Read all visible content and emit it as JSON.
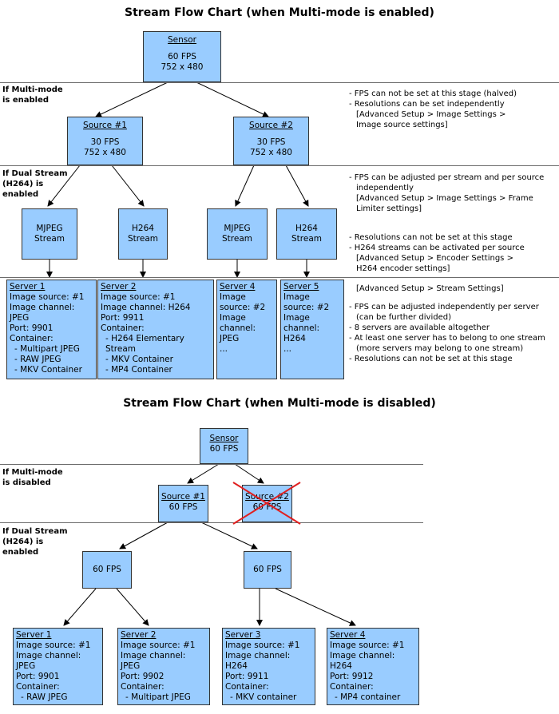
{
  "chart1": {
    "title": "Stream Flow Chart (when Multi-mode is enabled)",
    "section_multimode": [
      "If Multi-mode",
      "is enabled"
    ],
    "section_dualstream": [
      "If Dual Stream",
      "(H264) is",
      "enabled"
    ],
    "sensor": {
      "title": "Sensor",
      "fps": "60 FPS",
      "res": "752 x 480"
    },
    "source1": {
      "title": "Source #1",
      "fps": "30 FPS",
      "res": "752 x 480"
    },
    "source2": {
      "title": "Source #2",
      "fps": "30 FPS",
      "res": "752 x 480"
    },
    "streams": [
      [
        "MJPEG",
        "Stream"
      ],
      [
        "H264",
        "Stream"
      ],
      [
        "MJPEG",
        "Stream"
      ],
      [
        "H264",
        "Stream"
      ]
    ],
    "server1": {
      "title": "Server 1",
      "lines": [
        "Image source: #1",
        "Image channel: JPEG",
        "Port: 9901",
        "Container:"
      ],
      "items": [
        "- Multipart JPEG",
        "- RAW JPEG",
        "- MKV Container"
      ]
    },
    "server2": {
      "title": "Server 2",
      "lines": [
        "Image source: #1",
        "Image channel: H264",
        "Port: 9911",
        "Container:"
      ],
      "items": [
        "- H264 Elementary Stream",
        "- MKV Container",
        "- MP4 Container"
      ]
    },
    "server4": {
      "title": "Server 4",
      "lines": [
        "Image",
        "source: #2",
        "Image",
        "channel: JPEG",
        "..."
      ]
    },
    "server5": {
      "title": "Server 5",
      "lines": [
        "Image",
        "source: #2",
        "Image",
        "channel: H264",
        "..."
      ]
    },
    "notes1": [
      {
        "text": "- FPS can not be set at this stage (halved)"
      },
      {
        "text": "- Resolutions can be set independently",
        "sub": [
          "[Advanced Setup > Image Settings >",
          "Image source settings]"
        ]
      }
    ],
    "notes2": [
      {
        "text": "- FPS can be adjusted per stream and per source independently",
        "sub": [
          "[Advanced Setup > Image Settings > Frame",
          "Limiter settings]"
        ]
      }
    ],
    "notes3": [
      {
        "text": "- Resolutions can not be set at this stage"
      },
      {
        "text": "- H264 streams can be activated per source",
        "sub": [
          "[Advanced Setup > Encoder Settings >",
          "H264 encoder settings]"
        ]
      }
    ],
    "notes4_header": "[Advanced Setup > Stream Settings]",
    "notes4": [
      {
        "text": "- FPS can be adjusted independently per server (can be further divided)"
      },
      {
        "text": "- 8 servers are available altogether"
      },
      {
        "text": "- At least one server has to belong to one stream (more servers may belong to one stream)"
      },
      {
        "text": "- Resolutions can not be set at this stage"
      }
    ]
  },
  "chart2": {
    "title": "Stream Flow Chart (when Multi-mode is disabled)",
    "section_multimode": [
      "If Multi-mode",
      "is disabled"
    ],
    "section_dualstream": [
      "If Dual Stream",
      "(H264) is",
      "enabled"
    ],
    "sensor": {
      "title": "Sensor",
      "fps": "60 FPS"
    },
    "source1": {
      "title": "Source #1",
      "fps": "60 FPS"
    },
    "source2": {
      "title": "Source #2",
      "fps": "60 FPS"
    },
    "fps_nodes": [
      "60 FPS",
      "60 FPS"
    ],
    "servers": [
      {
        "title": "Server 1",
        "lines": [
          "Image source: #1",
          "Image channel: JPEG",
          "Port: 9901",
          "Container:"
        ],
        "items": [
          "- RAW JPEG"
        ]
      },
      {
        "title": "Server 2",
        "lines": [
          "Image source: #1",
          "Image channel: JPEG",
          "Port: 9902",
          "Container:"
        ],
        "items": [
          "- Multipart JPEG"
        ]
      },
      {
        "title": "Server 3",
        "lines": [
          "Image source: #1",
          "Image channel: H264",
          "Port: 9911",
          "Container:"
        ],
        "items": [
          "- MKV container"
        ]
      },
      {
        "title": "Server 4",
        "lines": [
          "Image source: #1",
          "Image channel: H264",
          "Port: 9912",
          "Container:"
        ],
        "items": [
          "- MP4 container"
        ]
      }
    ]
  },
  "colors": {
    "box_fill": "#99ccff",
    "cross": "#e02020"
  }
}
